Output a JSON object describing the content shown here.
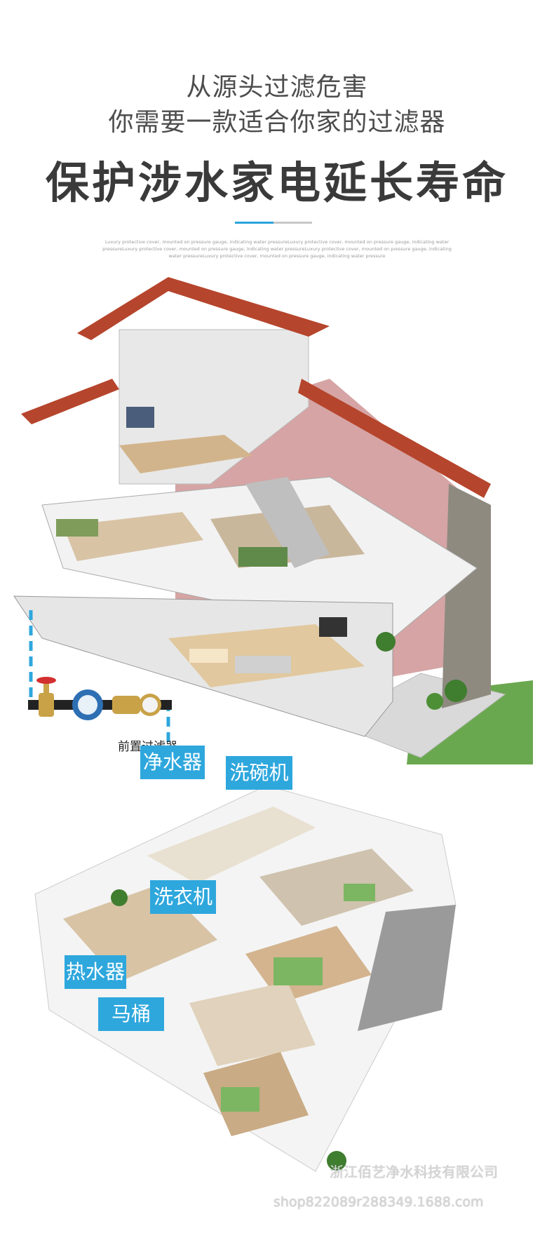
{
  "header": {
    "line1": "从源头过滤危害",
    "line2": "你需要一款适合你家的过滤器",
    "headline": "保护涉水家电延长寿命",
    "small_text": "Luxury protective cover, mounted on pressure gauge, indicating water pressureLuxury protective cover, mounted on pressure gauge, indicating water pressureLuxury protective cover, mounted on pressure gauge, indicating water pressureLuxury protective cover, mounted on pressure gauge, indicating water pressureLuxury protective cover, mounted on pressure gauge, indicating water pressure"
  },
  "filter_label": "前置过滤器",
  "labels": {
    "purifier": "净水器",
    "dishwasher": "洗碗机",
    "washer": "洗衣机",
    "heater": "热水器",
    "toilet": "马桶"
  },
  "watermark": {
    "company": "浙江佰艺净水科技有限公司",
    "url": "shop822089r288349.1688.com"
  },
  "colors": {
    "accent": "#2ea7dd",
    "roof": "#b5452c",
    "wall_pink": "#d8a8a8",
    "grass": "#5aa13a"
  }
}
